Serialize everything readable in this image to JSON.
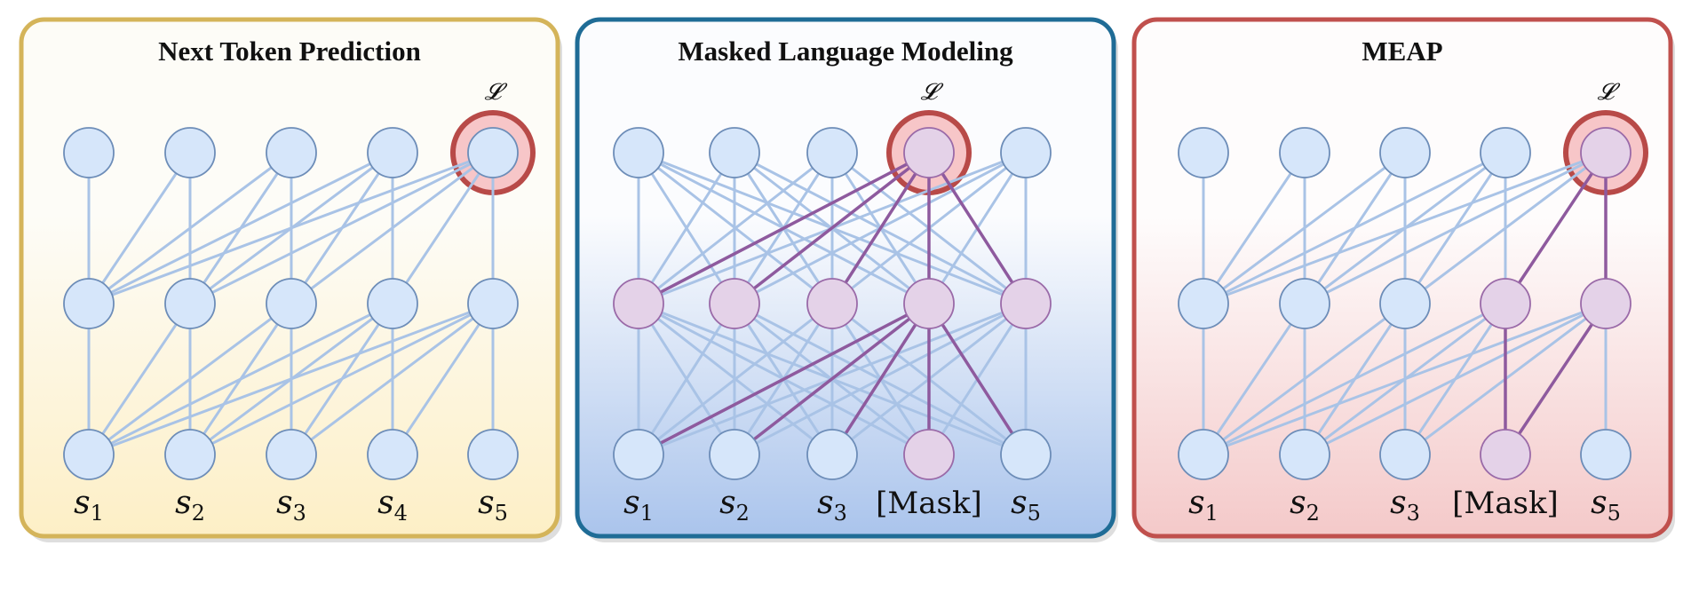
{
  "panels": [
    {
      "id": "ntp",
      "title": "Next Token Prediction",
      "loss_label": "𝓛",
      "labels": [
        "s1",
        "s2",
        "s3",
        "s4",
        "s5"
      ],
      "theme": {
        "top": "#fdfcf7",
        "bottom": "#fdefc6",
        "border": "#d4b45a",
        "shadow": "#c8c8c8"
      },
      "loss_node": 4,
      "highlight_col": [],
      "highlight_mid": [],
      "attention": "causal"
    },
    {
      "id": "mlm",
      "title": "Masked Language Modeling",
      "loss_label": "𝓛",
      "labels": [
        "s1",
        "s2",
        "s3",
        "[Mask]",
        "s5"
      ],
      "theme": {
        "top": "#fbfcfe",
        "bottom": "#aac4ec",
        "border": "#1f6c96",
        "shadow": "#c8c8c8"
      },
      "loss_node": 3,
      "highlight_col": [
        3
      ],
      "highlight_mid": [
        0,
        1,
        2,
        3,
        4
      ],
      "attention": "bidirectional"
    },
    {
      "id": "meap",
      "title": "MEAP",
      "loss_label": "𝓛",
      "labels": [
        "s1",
        "s2",
        "s3",
        "[Mask]",
        "s5"
      ],
      "theme": {
        "top": "#fefcfc",
        "bottom": "#f4c9c9",
        "border": "#c0504d",
        "shadow": "#c8c8c8"
      },
      "loss_node": 4,
      "highlight_col": [
        3
      ],
      "highlight_mid": [
        3,
        4
      ],
      "attention": "causal"
    }
  ],
  "colors": {
    "node_fill": "#d6e6fa",
    "node_stroke": "#6d8db8",
    "node_hl_fill": "#e4d2e8",
    "node_hl_stroke": "#9a6aa8",
    "edge": "#a9c3e6",
    "edge_hl": "#8e5a9e",
    "loss_ring_fill": "#f7c6c8",
    "loss_ring_stroke": "#b84a48"
  }
}
